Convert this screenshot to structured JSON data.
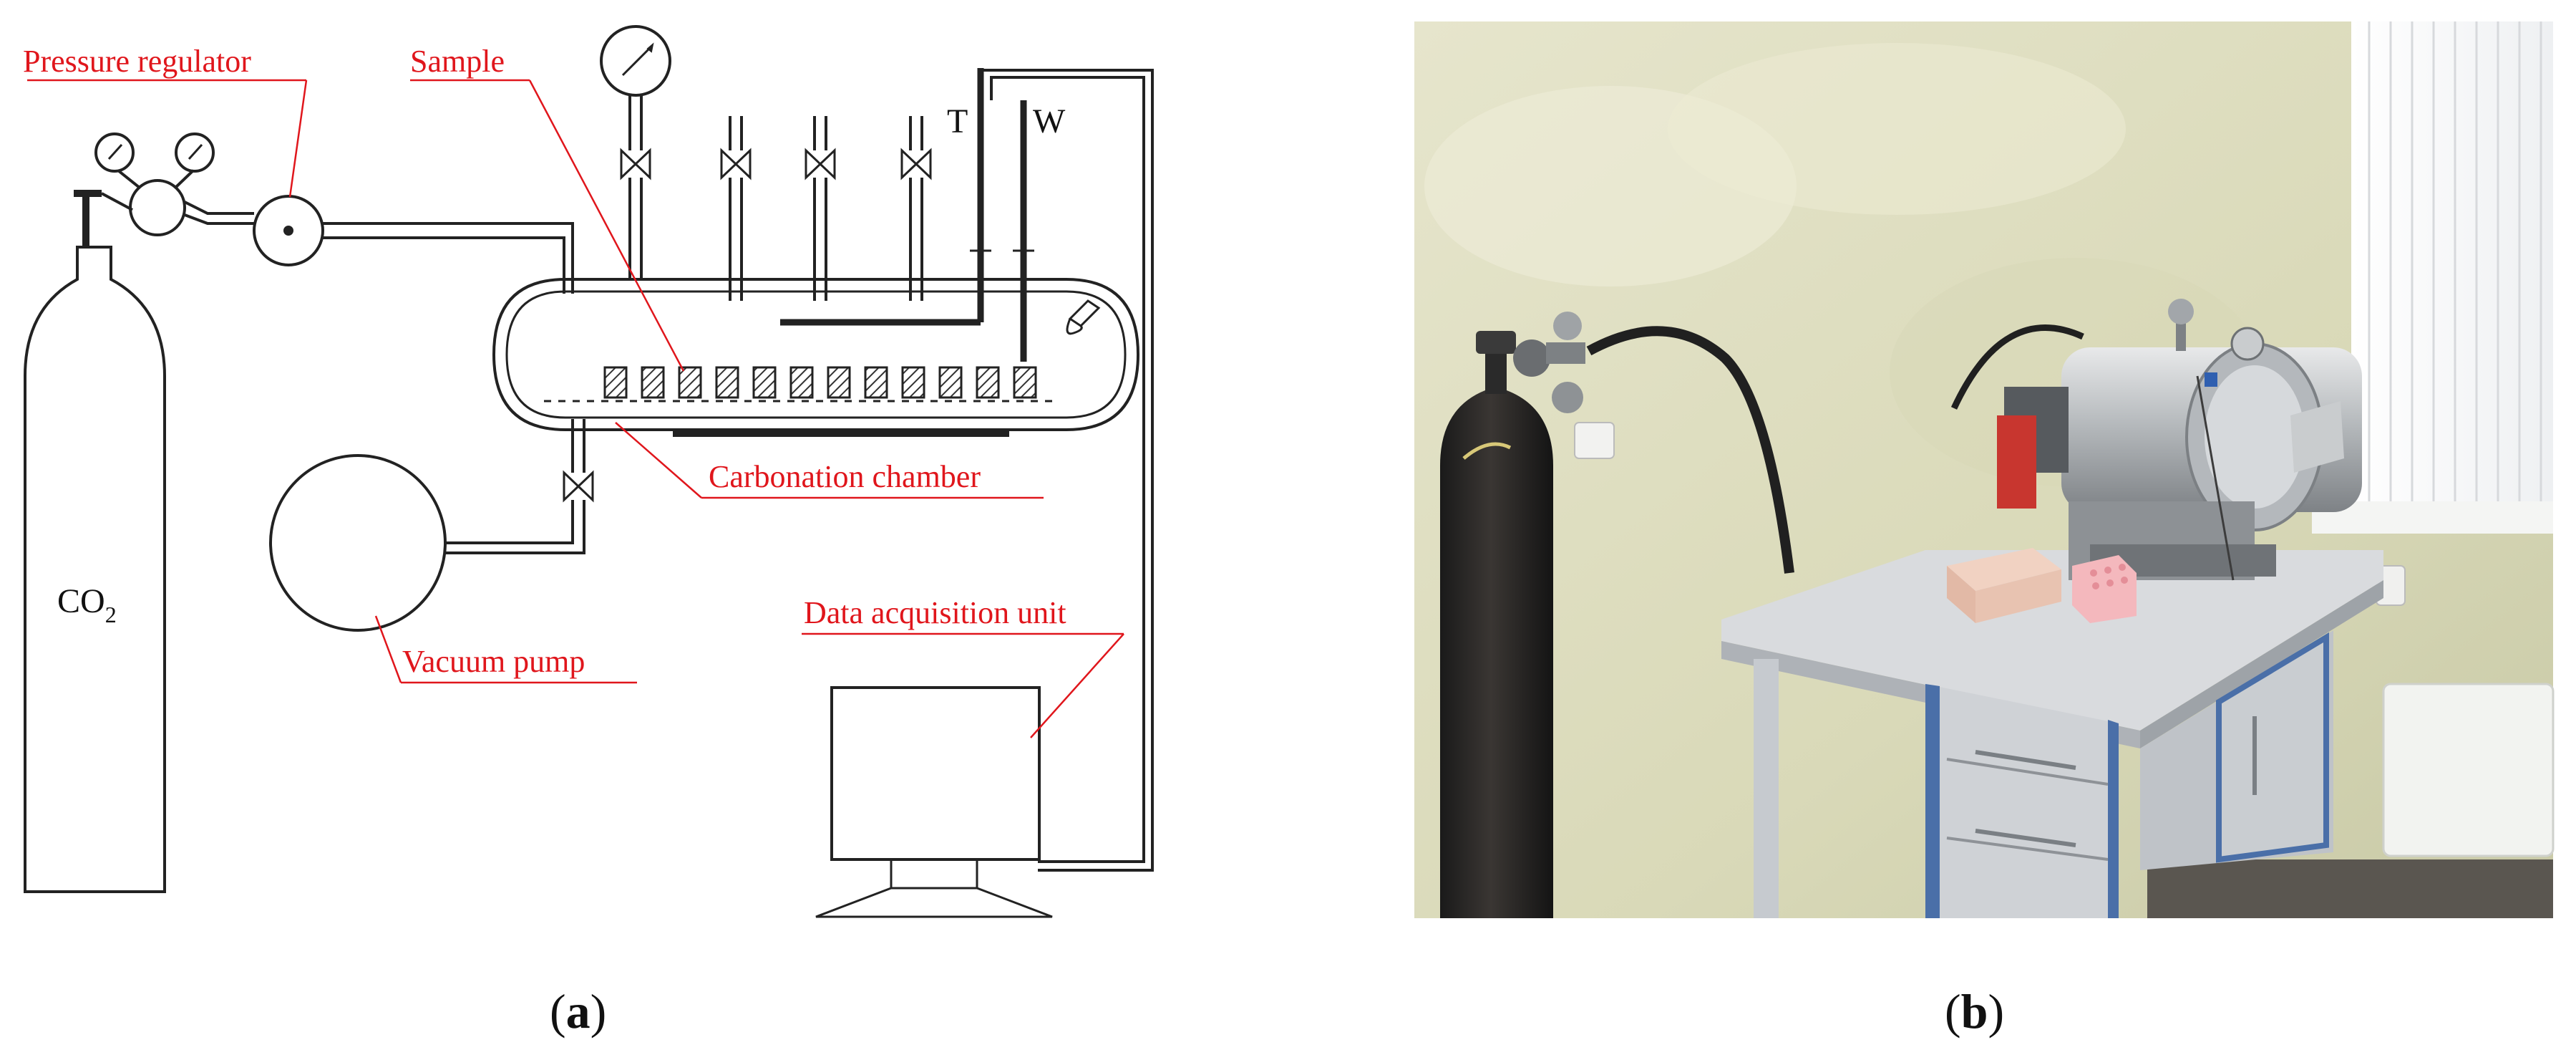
{
  "schematic": {
    "labels": {
      "pressure_regulator": "Pressure regulator",
      "sample": "Sample",
      "carbonation_chamber": "Carbonation chamber",
      "vacuum_pump": "Vacuum pump",
      "data_acquisition_unit": "Data acquisition unit",
      "co2": "CO",
      "co2_subscript": "2",
      "thermocouple": "T",
      "wire": "W"
    },
    "colors": {
      "label_red": "#e0161c",
      "line": "#222222"
    }
  },
  "captions": {
    "a_letter": "a",
    "b_letter": "b"
  }
}
